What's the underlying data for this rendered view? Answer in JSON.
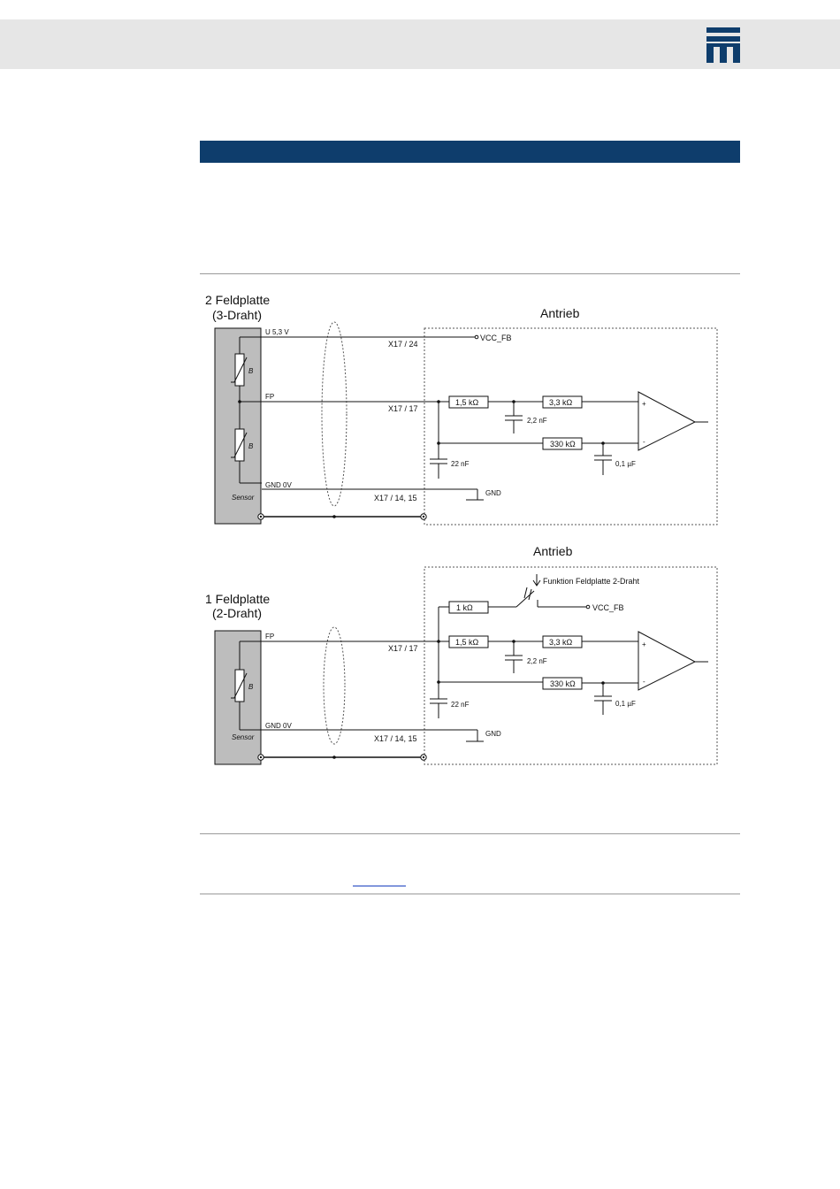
{
  "header": {
    "logo_icon": "sew-logo-icon",
    "brand_color": "#0e3d6c"
  },
  "diagram_top": {
    "title_line1": "2 Feldplatte",
    "title_line2": "(3-Draht)",
    "drive_label": "Antrieb",
    "sensor_label": "Sensor",
    "field_label": "B",
    "wire_u": "U 5,3 V",
    "wire_fp": "FP",
    "wire_gnd": "GND 0V",
    "pin_24": "X17 / 24",
    "pin_17": "X17 / 17",
    "pin_14_15": "X17 / 14, 15",
    "vcc": "VCC_FB",
    "gnd": "GND",
    "r1": "1,5 kΩ",
    "r2": "3,3 kΩ",
    "r3": "330 kΩ",
    "c1": "2,2 nF",
    "c2": "22 nF",
    "c3": "0,1 µF",
    "op_plus": "+",
    "op_minus": "-"
  },
  "diagram_bottom": {
    "title_line1": "1 Feldplatte",
    "title_line2": "(2-Draht)",
    "drive_label": "Antrieb",
    "sensor_label": "Sensor",
    "field_label": "B",
    "switch_label": "Funktion Feldplatte 2-Draht",
    "wire_fp": "FP",
    "wire_gnd": "GND 0V",
    "pin_17": "X17 / 17",
    "pin_14_15": "X17 / 14, 15",
    "vcc": "VCC_FB",
    "gnd": "GND",
    "r0": "1 kΩ",
    "r1": "1,5 kΩ",
    "r2": "3,3 kΩ",
    "r3": "330 kΩ",
    "c1": "2,2 nF",
    "c2": "22 nF",
    "c3": "0,1 µF",
    "op_plus": "+",
    "op_minus": "-"
  }
}
